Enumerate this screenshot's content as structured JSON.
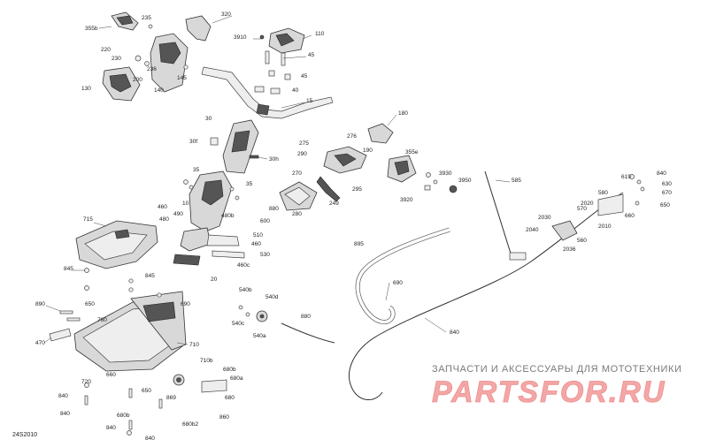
{
  "diagram": {
    "code": "24S2010",
    "watermark_text": "ЗАПЧАСТИ И АКСЕССУАРЫ ДЛЯ МОТОТЕХНИКИ",
    "watermark_logo": "PARTSFOR.RU",
    "labels": [
      "320",
      "235",
      "355b",
      "110",
      "220",
      "230",
      "236",
      "3910",
      "45",
      "200",
      "130",
      "140",
      "145",
      "45",
      "40",
      "15",
      "180",
      "30",
      "275",
      "276",
      "30f",
      "290",
      "190",
      "30h",
      "355e",
      "3930",
      "270",
      "3920",
      "3950",
      "295",
      "585",
      "840",
      "630",
      "619",
      "35",
      "280",
      "249",
      "570",
      "580",
      "670",
      "35",
      "10",
      "2020",
      "460",
      "2030",
      "490",
      "880",
      "560",
      "660",
      "480",
      "480b",
      "650",
      "715",
      "600",
      "2010",
      "510",
      "2040",
      "2036",
      "895",
      "460",
      "530",
      "460c",
      "845",
      "20",
      "690",
      "845",
      "540b",
      "540d",
      "650",
      "890",
      "690",
      "760",
      "540c",
      "540a",
      "880",
      "840",
      "470",
      "710",
      "710b",
      "680b",
      "720",
      "660",
      "680a",
      "650",
      "869",
      "680",
      "840",
      "840",
      "680b",
      "680b2",
      "860",
      "840"
    ]
  }
}
